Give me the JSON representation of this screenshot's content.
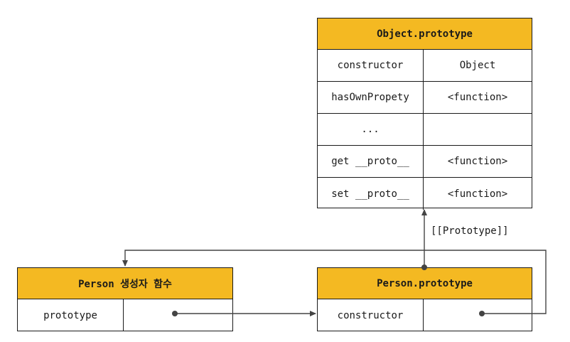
{
  "object_prototype": {
    "title": "Object.prototype",
    "rows": [
      {
        "key": "constructor",
        "value": "Object"
      },
      {
        "key": "hasOwnPropety",
        "value": "<function>"
      },
      {
        "key": "...",
        "value": ""
      },
      {
        "key": "get __proto__",
        "value": "<function>"
      },
      {
        "key": "set __proto__",
        "value": "<function>"
      }
    ]
  },
  "person_constructor": {
    "title": "Person 생성자 함수",
    "rows": [
      {
        "key": "prototype",
        "value": ""
      }
    ]
  },
  "person_prototype": {
    "title": "Person.prototype",
    "rows": [
      {
        "key": "constructor",
        "value": ""
      }
    ]
  },
  "edges": {
    "prototype_link_label": "[[Prototype]]"
  },
  "colors": {
    "header_fill": "#f4b922",
    "line": "#444444"
  }
}
